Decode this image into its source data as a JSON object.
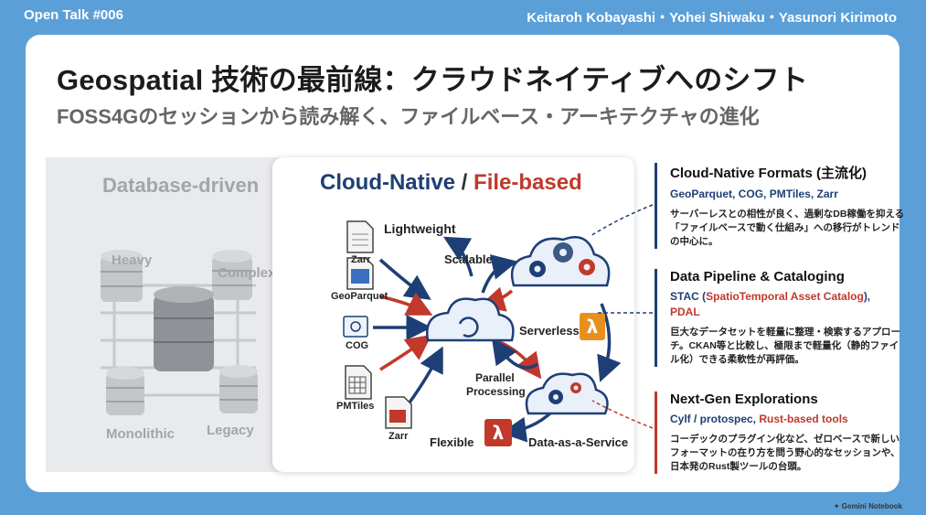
{
  "header": {
    "episode": "Open Talk #006",
    "speakers": "Keitaroh Kobayashi・Yohei Shiwaku・Yasunori Kirimoto"
  },
  "slide": {
    "title": "Geospatial 技術の最前線：クラウドネイティブへのシフト",
    "subtitle": "FOSS4Gのセッションから読み解く、ファイルベース・アーキテクチャの進化"
  },
  "left_panel": {
    "heading": "Database-driven",
    "labels": [
      "Heavy",
      "Complex",
      "Monolithic",
      "Legacy"
    ]
  },
  "center_panel": {
    "title_part1": "Cloud-Native",
    "title_sep": " / ",
    "title_part2": "File-based",
    "files": [
      "Zarr",
      "GeoParquet",
      "COG",
      "PMTiles",
      "Zarr"
    ],
    "traits": [
      "Lightweight",
      "Scalable",
      "Serverless",
      "Parallel",
      "Processing",
      "Flexible",
      "Data-as-a-Service"
    ],
    "lambda_symbol": "λ"
  },
  "sections": [
    {
      "heading": "Cloud-Native Formats (主流化)",
      "keywords": [
        "GeoParquet",
        ", ",
        "COG",
        ", ",
        "PMTiles",
        ", ",
        "Zarr"
      ],
      "description": "サーバーレスとの相性が良く、過剰なDB稼働を抑える「ファイルベースで動く仕組み」への移行がトレンドの中心に。"
    },
    {
      "heading": "Data Pipeline & Cataloging",
      "keywords": [
        "STAC (",
        "SpatioTemporal Asset Catalog",
        "),",
        "PDAL"
      ],
      "description": "巨大なデータセットを軽量に整理・検索するアプローチ。CKAN等と比較し、極限まで軽量化（静的ファイル化）できる柔軟性が再評価。"
    },
    {
      "heading": "Next-Gen Explorations",
      "keywords": [
        "Cylf / protospec, ",
        "Rust-based tools"
      ],
      "description": "コーデックのプラグイン化など、ゼロベースで新しいフォーマットの在り方を問う野心的なセッションや、日本発のRust製ツールの台頭。"
    }
  ],
  "footer": {
    "badge": "Gemini Notebook"
  },
  "colors": {
    "background": "#5b9fd8",
    "navy": "#1e3f75",
    "red": "#c0392b",
    "orange": "#e8901c"
  }
}
